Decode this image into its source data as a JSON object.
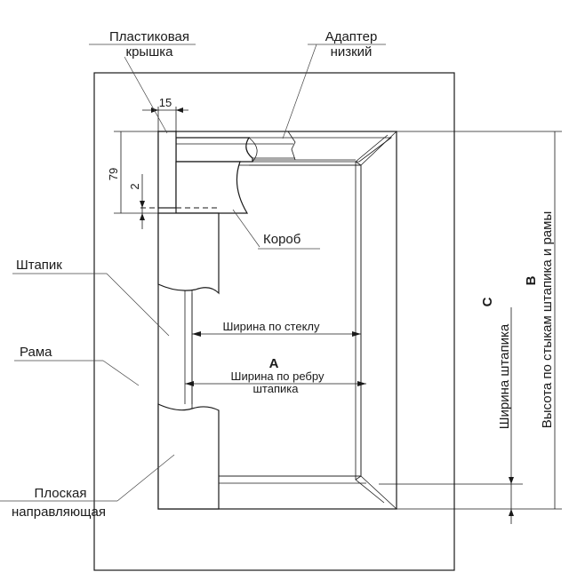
{
  "labels": {
    "plastic_cover_line1": "Пластиковая",
    "plastic_cover_line2": "крышка",
    "adapter_line1": "Адаптер",
    "adapter_line2": "низкий",
    "box": "Короб",
    "bead": "Штапик",
    "frame": "Рама",
    "flat_guide_line1": "Плоская",
    "flat_guide_line2": "направляющая",
    "glass_width": "Ширина по стеклу",
    "bead_edge_width_line1": "Ширина по ребру",
    "bead_edge_width_line2": "штапика",
    "dim_a": "A",
    "dim_c": "C",
    "dim_c_label": "Ширина штапика",
    "dim_b": "B",
    "dim_b_label": "Высота по стыкам штапика и рамы"
  },
  "dimensions": {
    "width_15": "15",
    "height_79": "79",
    "gap_2": "2"
  }
}
